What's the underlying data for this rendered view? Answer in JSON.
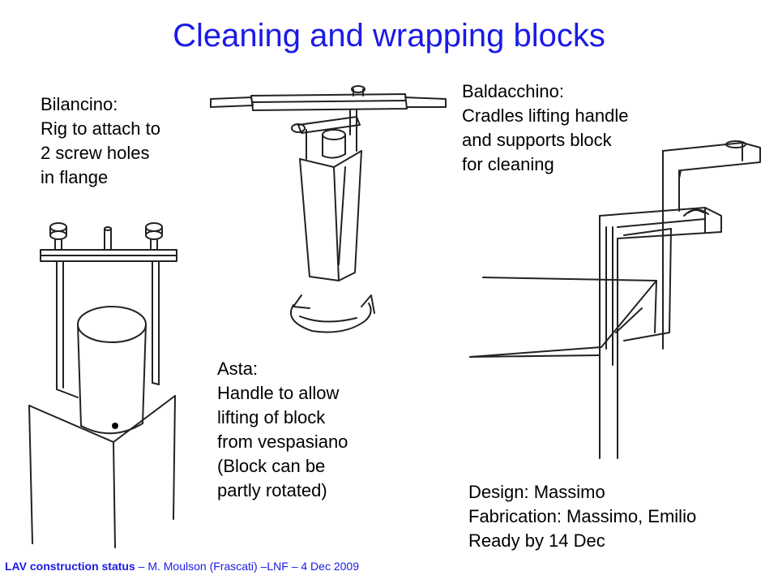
{
  "slide": {
    "title": "Cleaning and wrapping blocks"
  },
  "bilancino": {
    "lines": [
      "Bilancino:",
      "Rig to attach to",
      "2 screw holes",
      "in flange"
    ]
  },
  "asta": {
    "lines": [
      "Asta:",
      "Handle to allow",
      "lifting of block",
      "from vespasiano",
      "(Block can be",
      "partly rotated)"
    ]
  },
  "baldacchino": {
    "lines": [
      "Baldacchino:",
      "Cradles lifting handle",
      "and supports block",
      "for cleaning"
    ]
  },
  "credits": {
    "lines": [
      "Design: Massimo",
      "Fabrication: Massimo, Emilio",
      "Ready by 14 Dec"
    ]
  },
  "footer": {
    "bold": "LAV construction status",
    "rest": " – M. Moulson (Frascati) –LNF – 4 Dec 2009"
  }
}
